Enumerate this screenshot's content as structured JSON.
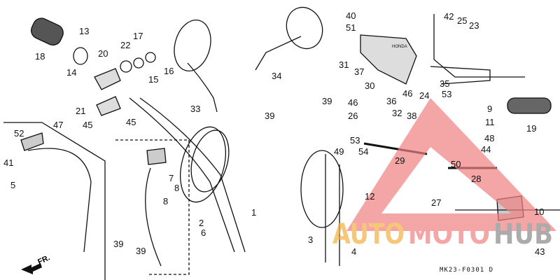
{
  "diagram": {
    "part_numbers": [
      "13",
      "18",
      "22",
      "17",
      "20",
      "15",
      "16",
      "14",
      "21",
      "47",
      "45",
      "45",
      "33",
      "34",
      "52",
      "41",
      "5",
      "7",
      "8",
      "8",
      "1",
      "2",
      "6",
      "39",
      "39",
      "40",
      "51",
      "31",
      "37",
      "30",
      "39",
      "39",
      "46",
      "36",
      "26",
      "32",
      "38",
      "46",
      "24",
      "35",
      "53",
      "9",
      "11",
      "48",
      "44",
      "53",
      "54",
      "49",
      "29",
      "50",
      "28",
      "12",
      "27",
      "10",
      "43",
      "3",
      "4",
      "42",
      "25",
      "23",
      "19"
    ],
    "reference_code": "MK23-F0301 D",
    "direction_label": "FR.",
    "mirror_brand": "HONDA"
  },
  "watermark": {
    "text_part1": "AUTO",
    "text_part2": "MOTO",
    "text_part3": "HUB",
    "colors": {
      "triangle": "#f08080",
      "auto": "#f5b041",
      "moto": "#f08080",
      "hub": "#888888"
    }
  }
}
